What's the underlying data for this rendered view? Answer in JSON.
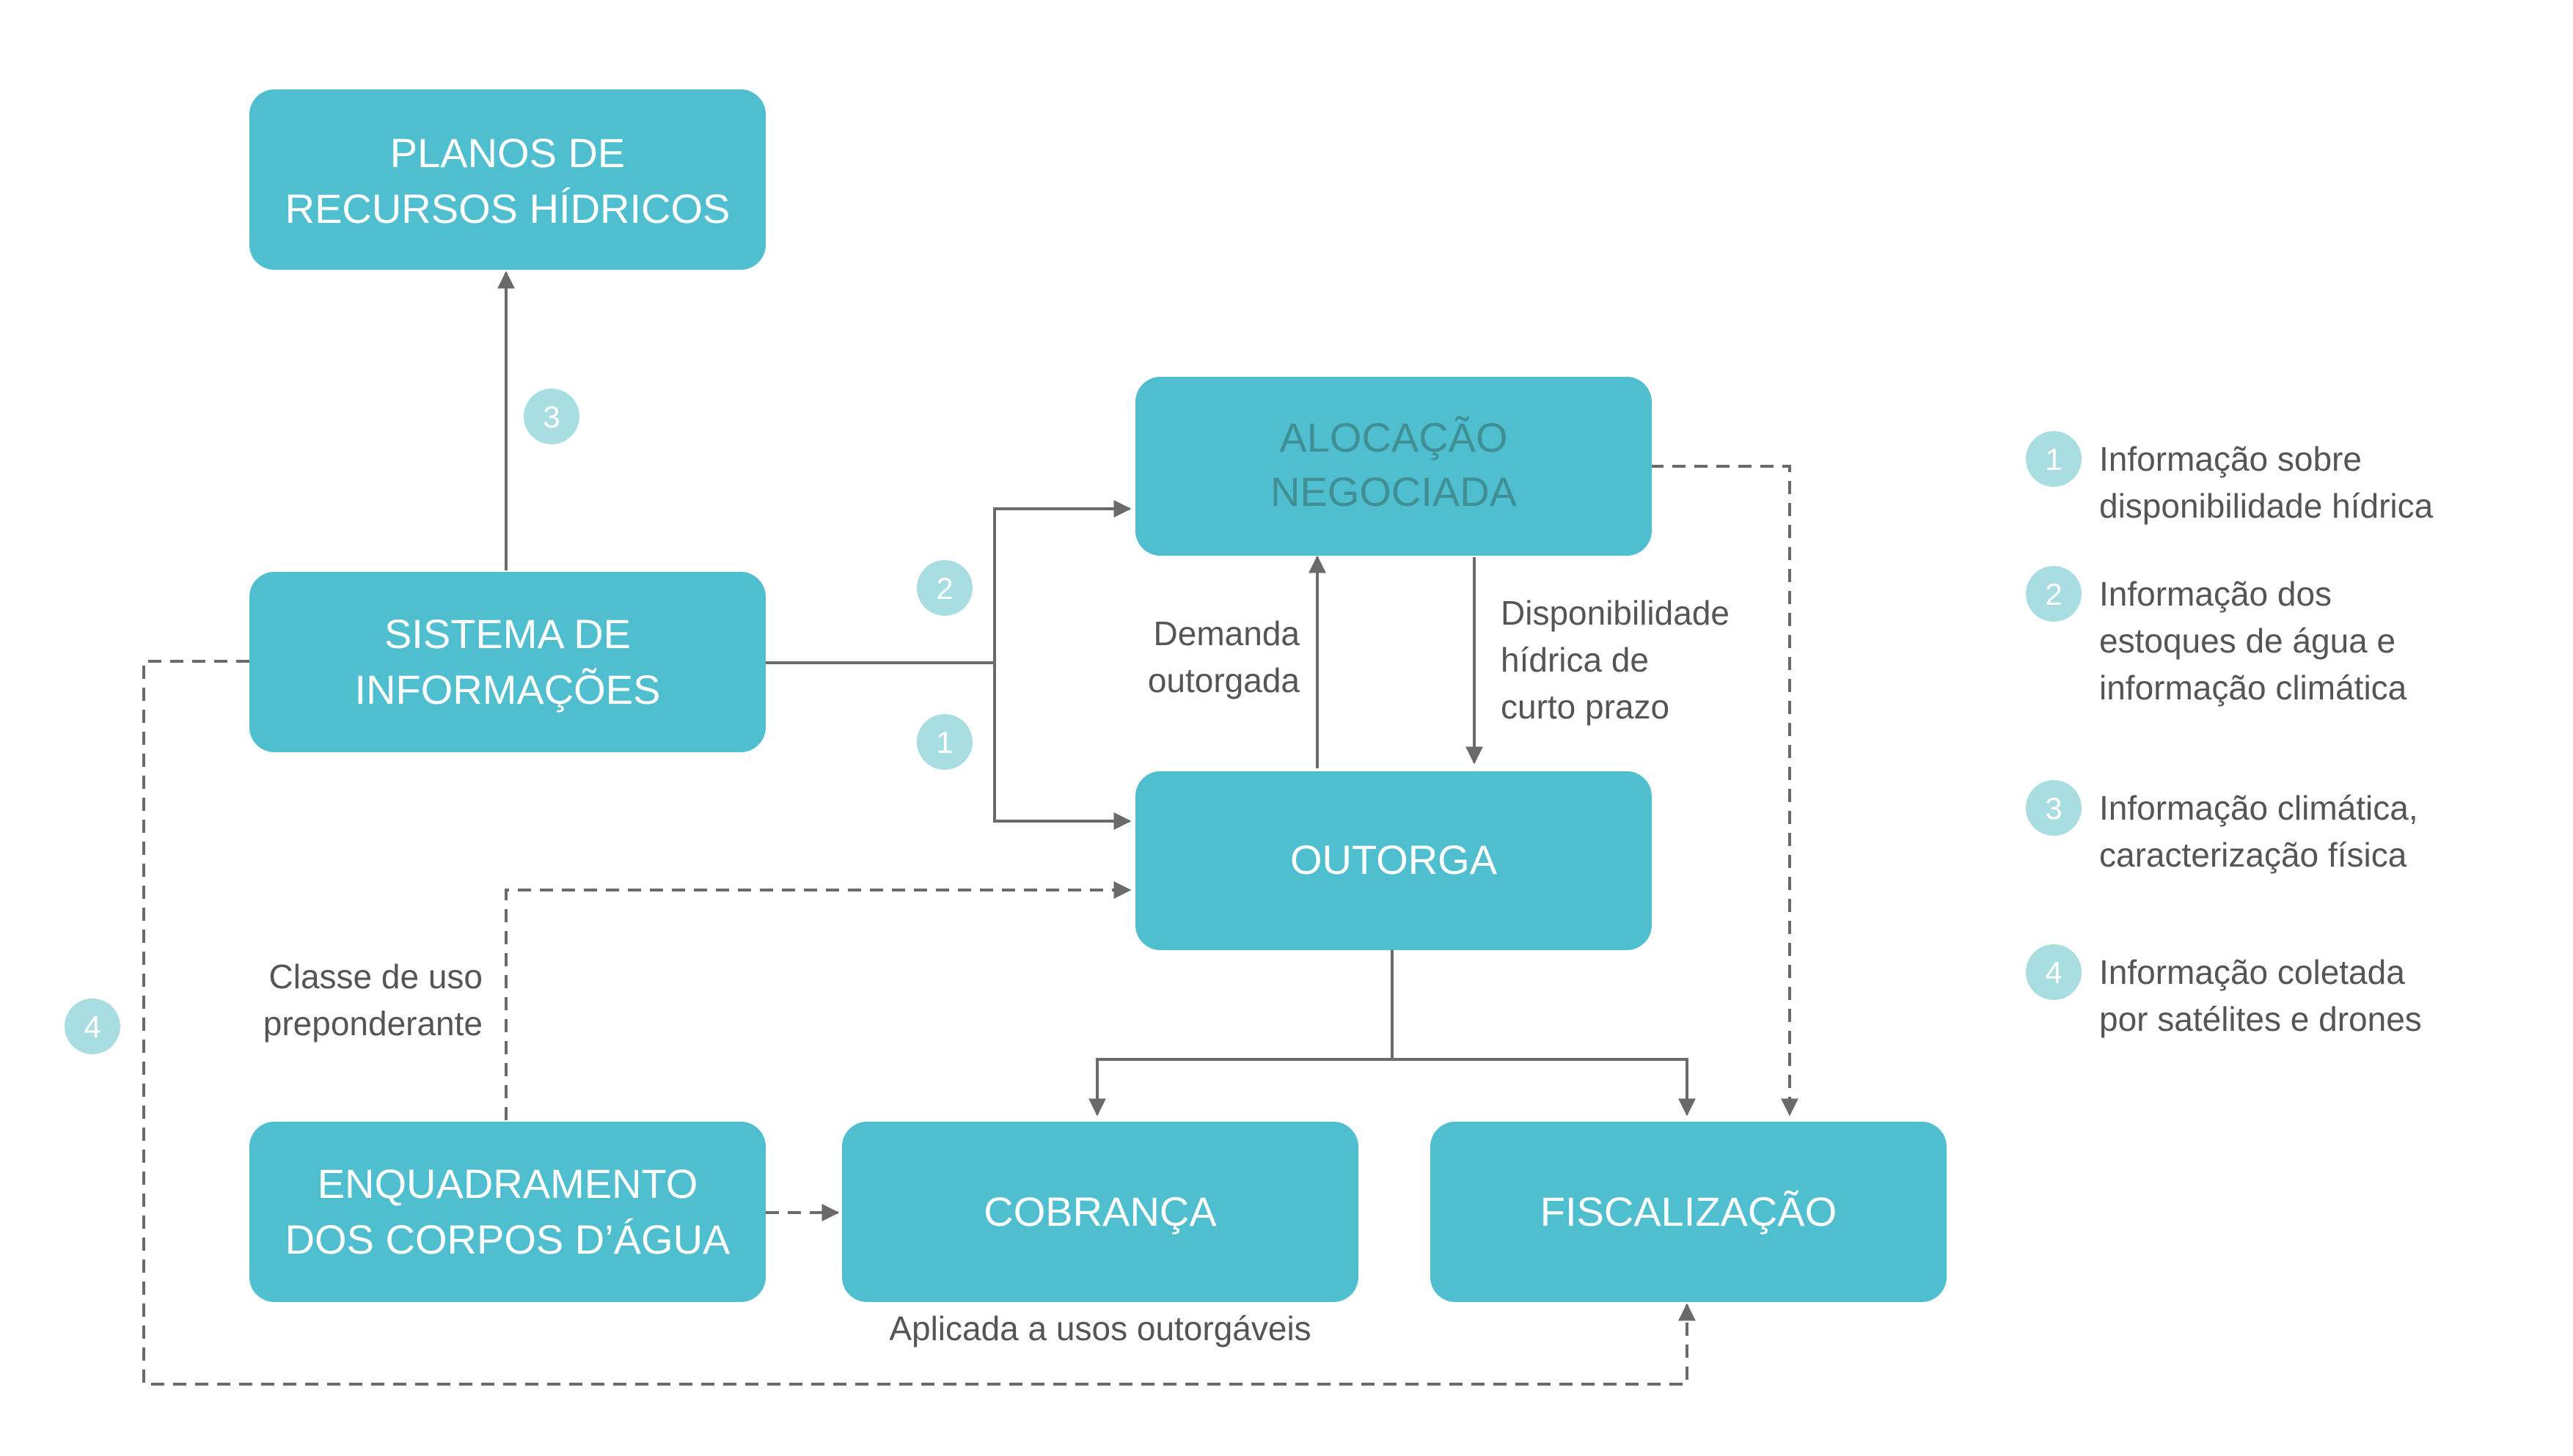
{
  "colors": {
    "box_fill": "#4fbfcf",
    "badge_fill": "#a8dde2",
    "line": "#6a6a6a",
    "text_on_box": "#ffffff",
    "muted_box_text": "#3f8f95",
    "label_text": "#555555"
  },
  "boxes": {
    "planos": [
      "PLANOS DE",
      "RECURSOS HÍDRICOS"
    ],
    "alocacao": [
      "ALOCAÇÃO",
      "NEGOCIADA"
    ],
    "sistema": [
      "SISTEMA DE",
      "INFORMAÇÕES"
    ],
    "outorga": [
      "OUTORGA"
    ],
    "enquadramento": [
      "ENQUADRAMENTO",
      "DOS CORPOS D’ÁGUA"
    ],
    "cobranca": [
      "COBRANÇA"
    ],
    "fiscalizacao": [
      "FISCALIZAÇÃO"
    ]
  },
  "labels": {
    "demanda": [
      "Demanda",
      "outorgada"
    ],
    "disponibilidade": [
      "Disponibilidade",
      "hídrica de",
      "curto prazo"
    ],
    "classe": [
      "Classe de uso",
      "preponderante"
    ],
    "aplicada": "Aplicada a usos outorgáveis"
  },
  "badges": {
    "b1": "1",
    "b2": "2",
    "b3": "3",
    "b4": "4"
  },
  "legend": [
    {
      "number": "1",
      "lines": [
        "Informação sobre",
        "disponibilidade hídrica"
      ]
    },
    {
      "number": "2",
      "lines": [
        "Informação dos",
        "estoques de água e",
        "informação climática"
      ]
    },
    {
      "number": "3",
      "lines": [
        "Informação climática,",
        "caracterização física"
      ]
    },
    {
      "number": "4",
      "lines": [
        "Informação coletada",
        "por satélites e drones"
      ]
    }
  ]
}
